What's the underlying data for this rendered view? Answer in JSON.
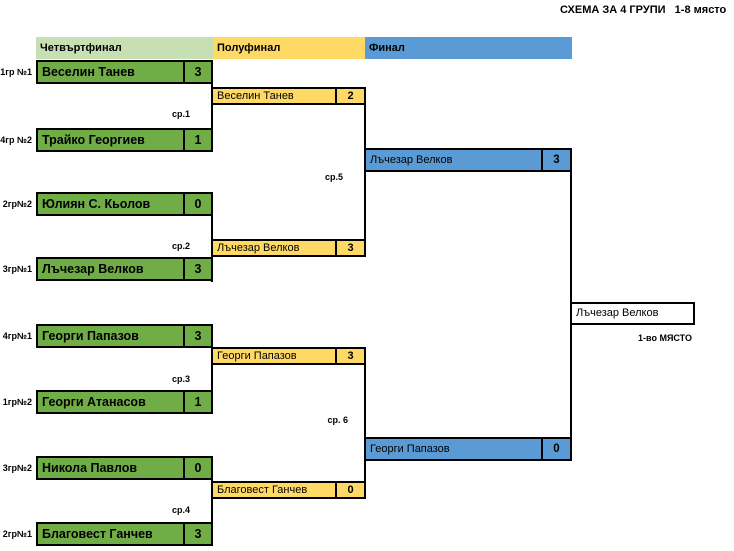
{
  "title": "СХЕМА ЗА 4 ГРУПИ   1-8 място",
  "columns": {
    "quarterfinal": "Четвъртфинал",
    "semifinal": "Полуфинал",
    "final": "Финал"
  },
  "colors": {
    "quarterfinal_header": "#c6e0b4",
    "quarterfinal_box": "#70ad47",
    "semifinal": "#ffd966",
    "final": "#5b9bd5",
    "border": "#000000"
  },
  "bracket": {
    "quarterfinals": [
      {
        "seed": "1гр №1",
        "name": "Веселин Танев",
        "score": "3"
      },
      {
        "seed": "4гр №2",
        "name": "Трайко Георгиев",
        "score": "1"
      },
      {
        "seed": "2гр№2",
        "name": "Юлиян С. Кьолов",
        "score": "0"
      },
      {
        "seed": "3гр№1",
        "name": "Лъчезар Велков",
        "score": "3"
      },
      {
        "seed": "4гр№1",
        "name": "Георги Папазов",
        "score": "3"
      },
      {
        "seed": "1гр№2",
        "name": "Георги Атанасов",
        "score": "1"
      },
      {
        "seed": "3гр№2",
        "name": "Никола Павлов",
        "score": "0"
      },
      {
        "seed": "2гр№1",
        "name": "Благовест Ганчев",
        "score": "3"
      }
    ],
    "semifinals": [
      {
        "name": "Веселин Танев",
        "score": "2"
      },
      {
        "name": "Лъчезар Велков",
        "score": "3"
      },
      {
        "name": "Георги Папазов",
        "score": "3"
      },
      {
        "name": "Благовест Ганчев",
        "score": "0"
      }
    ],
    "finals": [
      {
        "name": "Лъчезар Велков",
        "score": "3"
      },
      {
        "name": "Георги Папазов",
        "score": "0"
      }
    ],
    "winner": {
      "name": "Лъчезар Велков",
      "caption": "1-во МЯСТО"
    },
    "match_labels": {
      "m1": "ср.1",
      "m2": "ср.2",
      "m3": "ср.3",
      "m4": "ср.4",
      "m5": "ср.5",
      "m6": "ср. 6"
    }
  }
}
